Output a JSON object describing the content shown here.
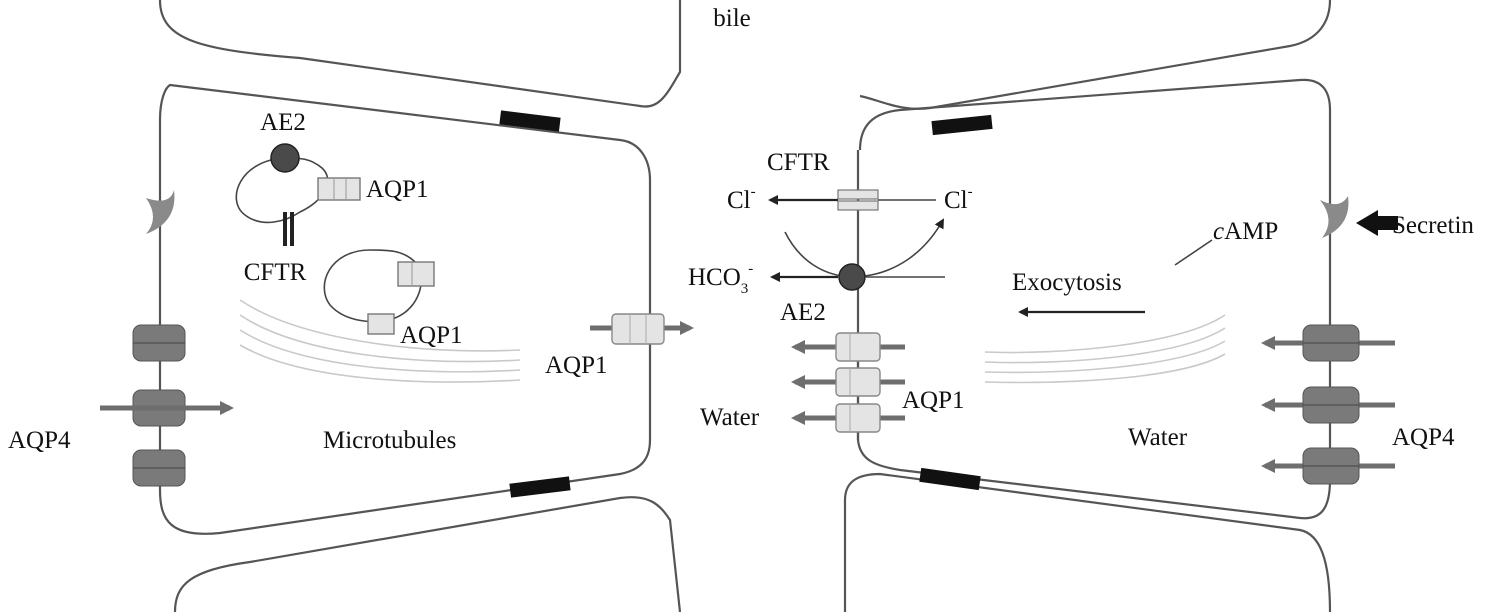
{
  "labels": {
    "bile": "bile",
    "ae2_vesicle": "AE2",
    "aqp1_vesicle_top": "AQP1",
    "cftr_vesicle": "CFTR",
    "aqp1_vesicle_bottom": "AQP1",
    "aqp1_left_membrane": "AQP1",
    "aqp4_left": "AQP4",
    "microtubules": "Microtubules",
    "cftr_apical": "CFTR",
    "cl_left": "Cl",
    "cl_left_charge": "-",
    "cl_right": "Cl",
    "cl_right_charge": "-",
    "hco3_main": "HCO",
    "hco3_sub": "3",
    "hco3_charge": "-",
    "ae2_apical": "AE2",
    "water_left": "Water",
    "aqp1_apical": "AQP1",
    "camp_italic": "c",
    "camp_rest": "AMP",
    "exocytosis": "Exocytosis",
    "secretin": "Secretin",
    "water_right": "Water",
    "aqp4_right": "AQP4"
  },
  "colors": {
    "membrane": "#555555",
    "tight_junction": "#111111",
    "ae2_fill": "#4a4a4a",
    "channel_fill": "#e4e4e4",
    "aqp4_fill": "#7a7a7a",
    "receptor_fill": "#8a8a8a",
    "microtubule": "#c9c9c9"
  }
}
